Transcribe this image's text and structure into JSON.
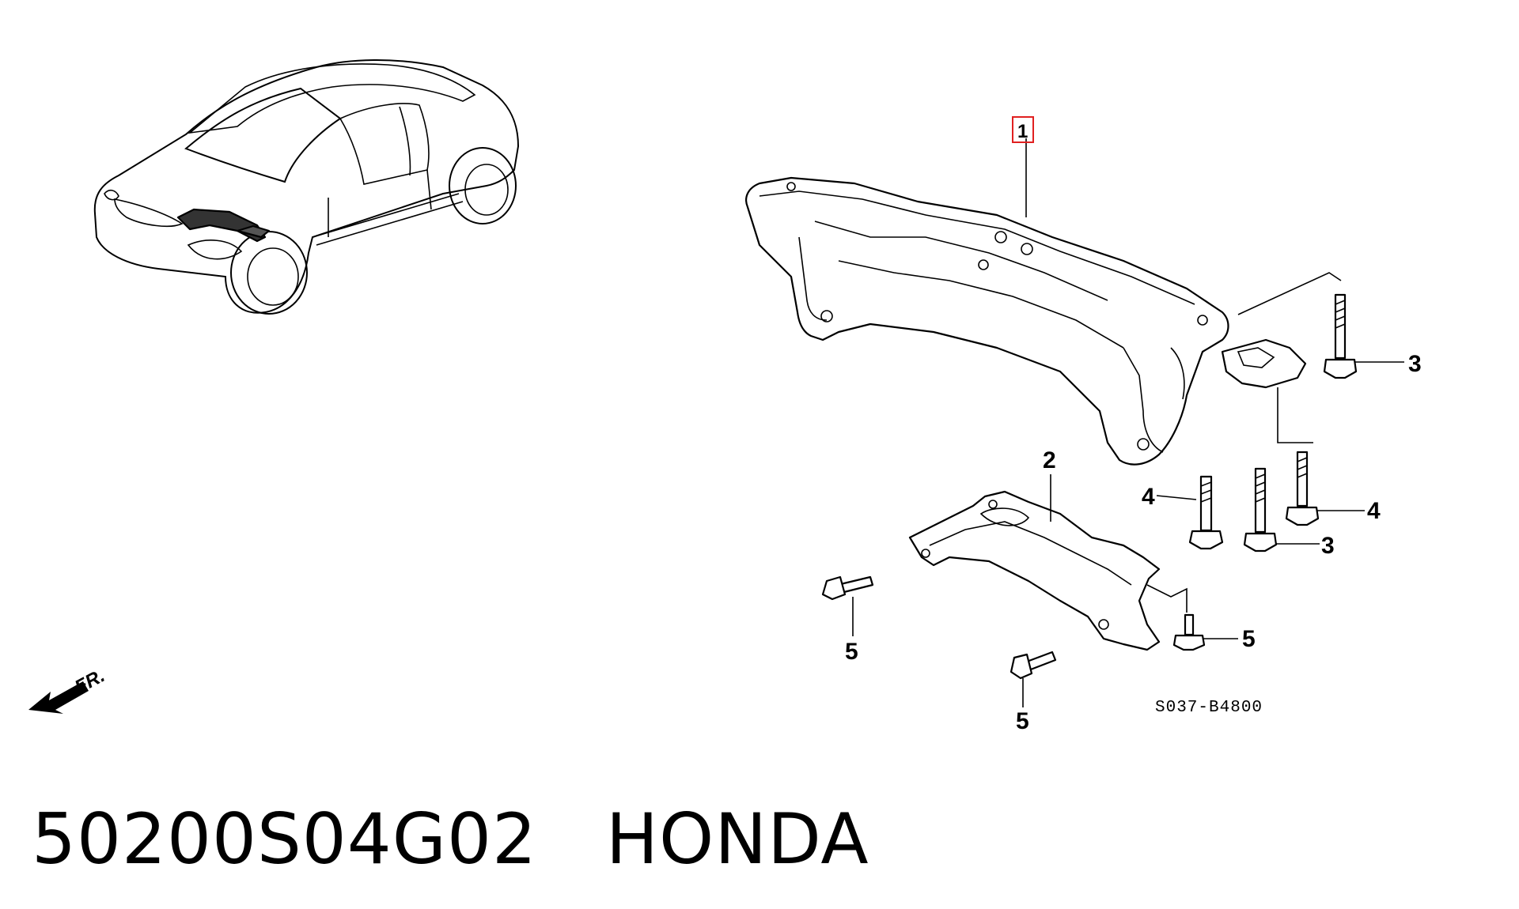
{
  "callouts": {
    "c1": "1",
    "c2": "2",
    "c3a": "3",
    "c3b": "3",
    "c4a": "4",
    "c4b": "4",
    "c5a": "5",
    "c5b": "5",
    "c5c": "5"
  },
  "front_direction": "FR.",
  "diagram_code": "S037-B4800",
  "footer": {
    "part_number": "50200S04G02",
    "brand": "HONDA"
  },
  "colors": {
    "highlight_box": "#e02020",
    "line": "#000000",
    "background": "#ffffff"
  }
}
